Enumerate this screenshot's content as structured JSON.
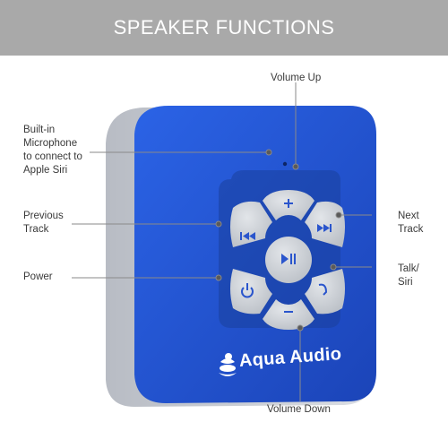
{
  "header": {
    "title": "SPEAKER FUNCTIONS",
    "background": "#a9a9a9"
  },
  "product": {
    "brand": "Aqua Audio",
    "body_color": "#1f4fd0",
    "side_color": "#c9ccd2",
    "button_color": "#c4c8ce",
    "icon_color": "#2a55cc"
  },
  "callouts": {
    "volume_up": "Volume Up",
    "microphone": "Built-in\nMicrophone\nto connect to\nApple Siri",
    "previous_track": "Previous\nTrack",
    "power": "Power",
    "next_track": "Next\nTrack",
    "talk_siri": "Talk/\nSiri",
    "volume_down": "Volume Down"
  },
  "buttons": [
    {
      "function": "volume-up",
      "icon": "plus-icon"
    },
    {
      "function": "previous-track",
      "icon": "previous-track-icon"
    },
    {
      "function": "play-pause",
      "icon": "play-pause-icon"
    },
    {
      "function": "next-track",
      "icon": "next-track-icon"
    },
    {
      "function": "power",
      "icon": "power-icon"
    },
    {
      "function": "talk-siri",
      "icon": "call-icon"
    },
    {
      "function": "volume-down",
      "icon": "minus-icon"
    }
  ]
}
